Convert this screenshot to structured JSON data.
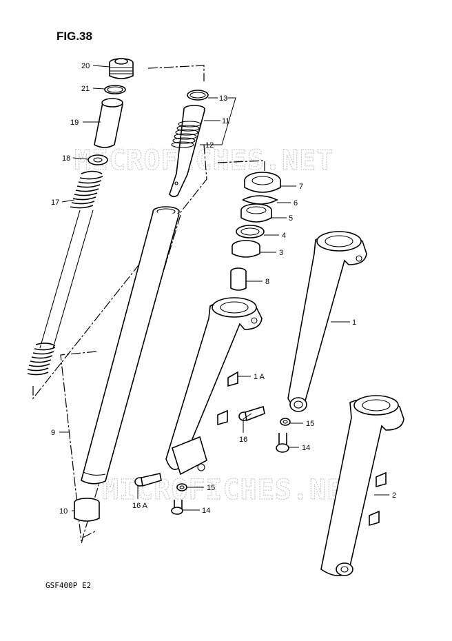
{
  "figure": {
    "title": "FIG.38",
    "model_code": "GSF400P  E2",
    "watermark": "MICROFICHES.NET"
  },
  "callouts": [
    {
      "id": "c20",
      "label": "20"
    },
    {
      "id": "c21",
      "label": "21"
    },
    {
      "id": "c19",
      "label": "19"
    },
    {
      "id": "c18",
      "label": "18"
    },
    {
      "id": "c17",
      "label": "17"
    },
    {
      "id": "c9",
      "label": "9"
    },
    {
      "id": "c10",
      "label": "10"
    },
    {
      "id": "c13",
      "label": "13"
    },
    {
      "id": "c11",
      "label": "11"
    },
    {
      "id": "c12",
      "label": "12"
    },
    {
      "id": "c7",
      "label": "7"
    },
    {
      "id": "c6",
      "label": "6"
    },
    {
      "id": "c5",
      "label": "5"
    },
    {
      "id": "c4",
      "label": "4"
    },
    {
      "id": "c3",
      "label": "3"
    },
    {
      "id": "c8",
      "label": "8"
    },
    {
      "id": "c1",
      "label": "1"
    },
    {
      "id": "c1a",
      "label": "1 A"
    },
    {
      "id": "c15a",
      "label": "15"
    },
    {
      "id": "c16",
      "label": "16"
    },
    {
      "id": "c14a",
      "label": "14"
    },
    {
      "id": "c16a",
      "label": "16 A"
    },
    {
      "id": "c15b",
      "label": "15"
    },
    {
      "id": "c14b",
      "label": "14"
    },
    {
      "id": "c2",
      "label": "2"
    }
  ]
}
